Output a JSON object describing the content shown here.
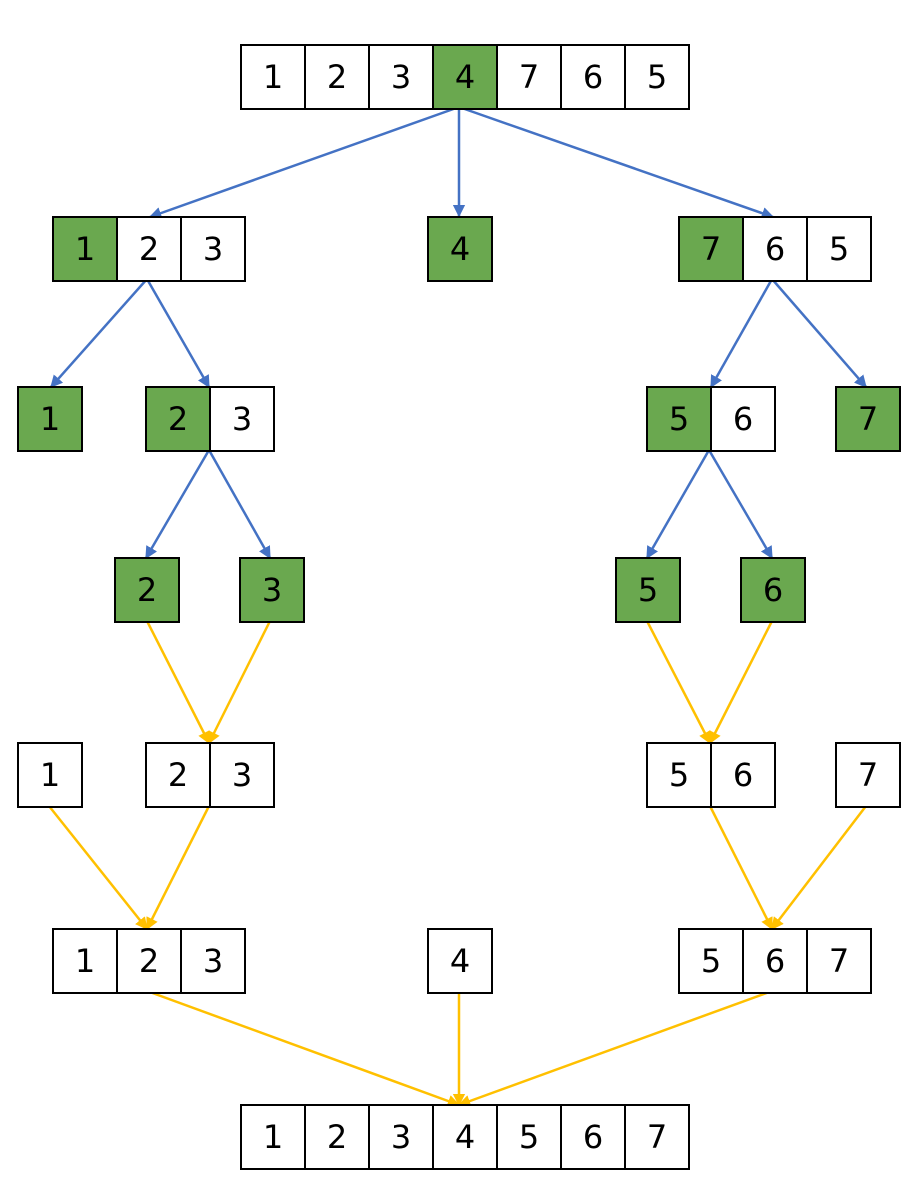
{
  "colors": {
    "pivot": "#6aa84f",
    "cell_border": "#000000",
    "split_arrow": "#4472c4",
    "merge_arrow": "#ffc000"
  },
  "arrays": {
    "root": {
      "values": [
        "1",
        "2",
        "3",
        "4",
        "7",
        "6",
        "5"
      ],
      "pivot_index": 3
    },
    "l1_left": {
      "values": [
        "1",
        "2",
        "3"
      ],
      "pivot_index": 0
    },
    "l1_mid": {
      "values": [
        "4"
      ],
      "pivot_index": 0
    },
    "l1_right": {
      "values": [
        "7",
        "6",
        "5"
      ],
      "pivot_index": 0
    },
    "l2_a": {
      "values": [
        "1"
      ],
      "pivot_index": 0
    },
    "l2_b": {
      "values": [
        "2",
        "3"
      ],
      "pivot_index": 0
    },
    "l2_c": {
      "values": [
        "5",
        "6"
      ],
      "pivot_index": 0
    },
    "l2_d": {
      "values": [
        "7"
      ],
      "pivot_index": 0
    },
    "l3_a": {
      "values": [
        "2"
      ],
      "pivot_index": 0
    },
    "l3_b": {
      "values": [
        "3"
      ],
      "pivot_index": 0
    },
    "l3_c": {
      "values": [
        "5"
      ],
      "pivot_index": 0
    },
    "l3_d": {
      "values": [
        "6"
      ],
      "pivot_index": 0
    },
    "m1_a": {
      "values": [
        "1"
      ],
      "pivot_index": -1
    },
    "m1_b": {
      "values": [
        "2",
        "3"
      ],
      "pivot_index": -1
    },
    "m1_c": {
      "values": [
        "5",
        "6"
      ],
      "pivot_index": -1
    },
    "m1_d": {
      "values": [
        "7"
      ],
      "pivot_index": -1
    },
    "m2_a": {
      "values": [
        "1",
        "2",
        "3"
      ],
      "pivot_index": -1
    },
    "m2_b": {
      "values": [
        "4"
      ],
      "pivot_index": -1
    },
    "m2_c": {
      "values": [
        "5",
        "6",
        "7"
      ],
      "pivot_index": -1
    },
    "result": {
      "values": [
        "1",
        "2",
        "3",
        "4",
        "5",
        "6",
        "7"
      ],
      "pivot_index": -1
    }
  }
}
